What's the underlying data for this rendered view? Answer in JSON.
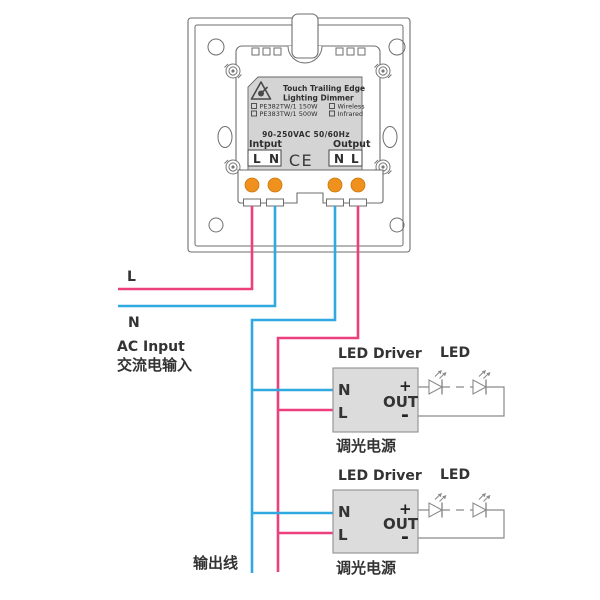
{
  "colors": {
    "live_wire": "#ec3f7c",
    "neutral_wire": "#2fa9e0",
    "terminal": "#f0911d",
    "label_bg": "#d4d4d4",
    "driver_bg": "#dcdcdc"
  },
  "dimmer": {
    "brand_line1": "Touch Trailing Edge",
    "brand_line2": "Lighting Dimmer",
    "model_rows": [
      {
        "model": "PE382TW/1 150W",
        "option": "Wireless"
      },
      {
        "model": "PE383TW/1 500W",
        "option": "Infrared"
      }
    ],
    "rating": "90-250VAC 50/60Hz",
    "input_label": "Intput",
    "output_label": "Output",
    "input_l": "L",
    "input_n": "N",
    "output_n": "N",
    "output_l": "L",
    "ce_mark": "CE"
  },
  "ac_input": {
    "live": "L",
    "neutral": "N",
    "caption_en": "AC Input",
    "caption_zh": "交流电输入"
  },
  "drivers": [
    {
      "title": "LED Driver",
      "led_caption": "LED",
      "terminal_n": "N",
      "terminal_l": "L",
      "out_label": "OUT",
      "plus": "+",
      "minus": "-",
      "caption_zh": "调光电源"
    },
    {
      "title": "LED Driver",
      "led_caption": "LED",
      "terminal_n": "N",
      "terminal_l": "L",
      "out_label": "OUT",
      "plus": "+",
      "minus": "-",
      "caption_zh": "调光电源"
    }
  ],
  "output_line_caption": "输出线"
}
